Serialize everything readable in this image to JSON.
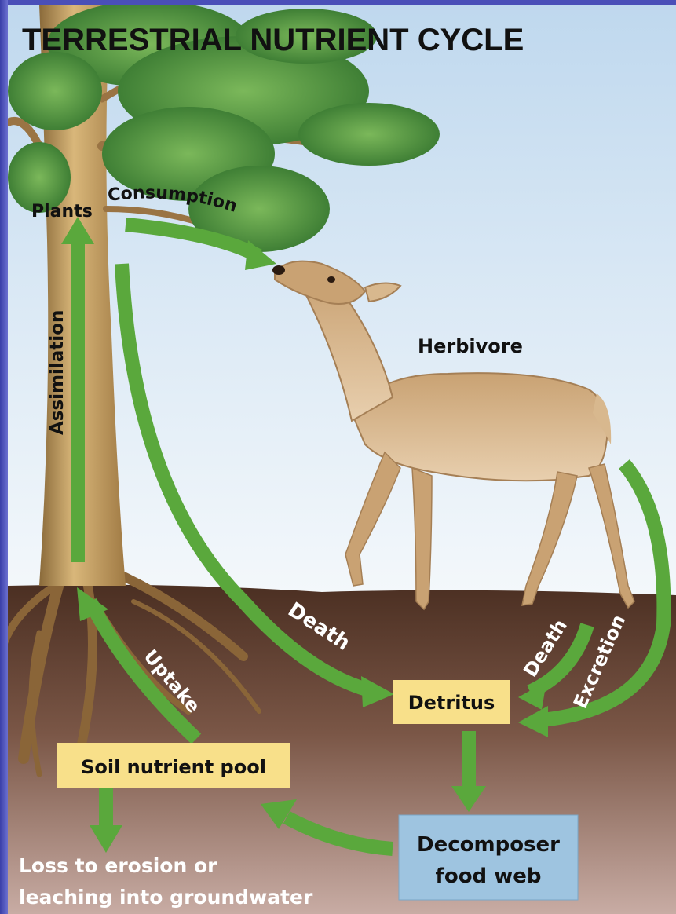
{
  "title": "TERRESTRIAL NUTRIENT CYCLE",
  "nodes": {
    "plants": "Plants",
    "herbivore": "Herbivore",
    "detritus": "Detritus",
    "soil_pool": "Soil nutrient pool",
    "decomposer_line1": "Decomposer",
    "decomposer_line2": "food web",
    "loss_line1": "Loss to erosion or",
    "loss_line2": "leaching into groundwater"
  },
  "arrows": {
    "consumption": "Consumption",
    "assimilation": "Assimilation",
    "death_plant": "Death",
    "death_herbivore": "Death",
    "excretion": "Excretion",
    "uptake": "Uptake"
  },
  "colors": {
    "arrow": "#5aa83c",
    "arrow_dark": "#3f8a2a",
    "detritus_box": "#f8e08a",
    "soil_box": "#f8e08a",
    "decomposer_box": "#9ec4e0",
    "sky_top": "#cfe2f1",
    "soil_dark": "#5a3a2a",
    "soil_light": "#c9aca3"
  }
}
